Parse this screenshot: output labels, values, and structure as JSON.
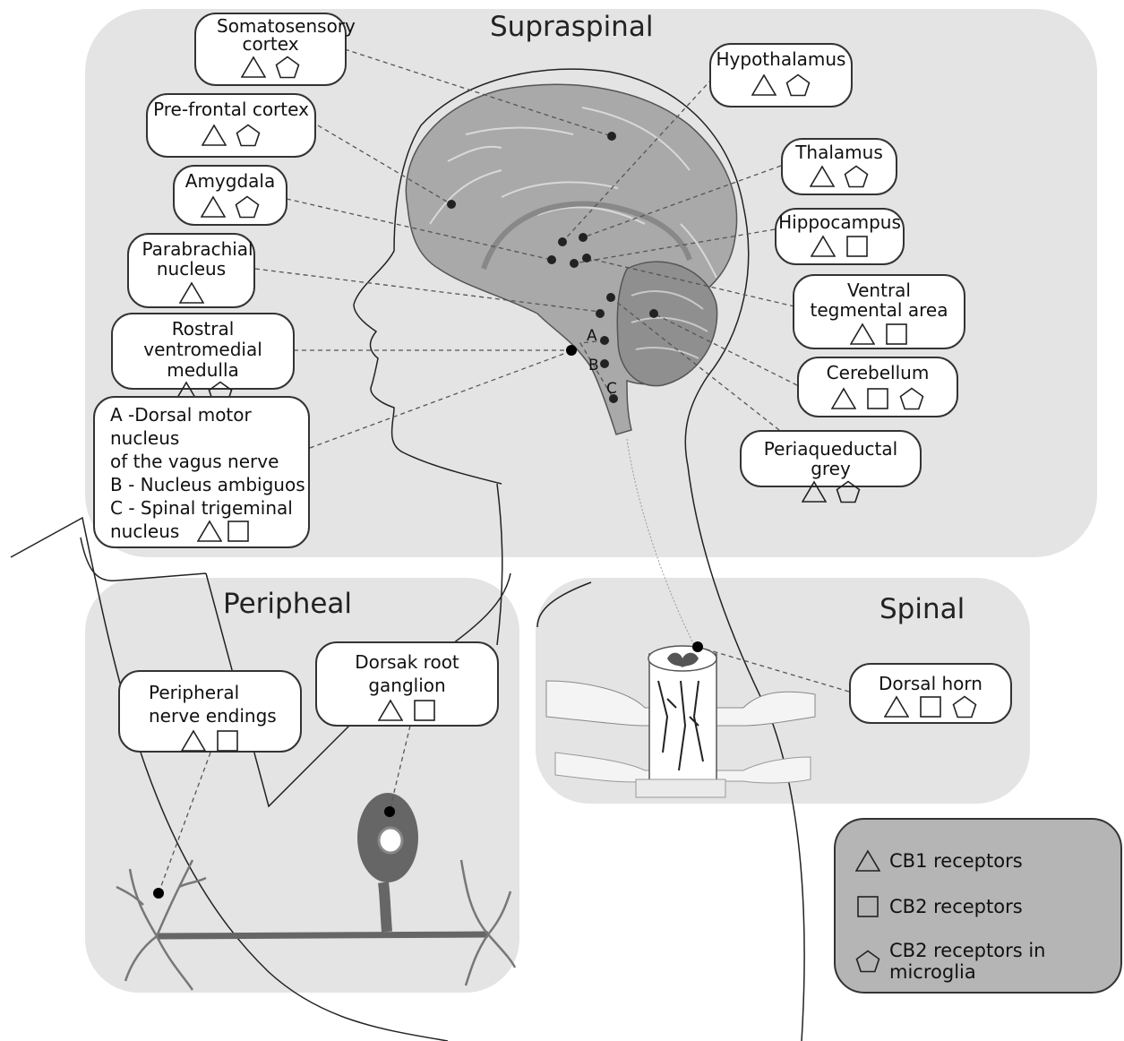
{
  "regions": {
    "supraspinal": "Supraspinal",
    "peripheal": "Peripheal",
    "spinal": "Spinal"
  },
  "labels": {
    "somatosensory": "Somatosensory cortex",
    "prefrontal": "Pre-frontal cortex",
    "amygdala": "Amygdala",
    "parabrachial": "Parabrachial nucleus",
    "rvm": "Rostral ventromedial medulla",
    "hypothalamus": "Hypothalamus",
    "thalamus": "Thalamus",
    "hippocampus": "Hippocampus",
    "vta": "Ventral tegmental area",
    "cerebellum": "Cerebellum",
    "pag": "Periaqueductal grey",
    "peripheral_nerve": "Peripheral nerve endings",
    "drg": "Dorsak root ganglion",
    "dorsal_horn": "Dorsal horn"
  },
  "brainstem_box": {
    "line1": "A -Dorsal motor",
    "line2": "nucleus",
    "line3": "of the vagus nerve",
    "line4": "B - Nucleus ambiguos",
    "line5": "C - Spinal trigeminal",
    "line6": "nucleus"
  },
  "brainstem_letters": {
    "a": "A",
    "b": "B",
    "c": "C"
  },
  "legend": {
    "cb1": "CB1 receptors",
    "cb2": "CB2 receptors",
    "cb2_microglia": "CB2 receptors in microglia"
  },
  "colors": {
    "region_bg": "#e4e4e4",
    "legend_bg": "#b5b5b5",
    "brain_fill": "#a9a9a9",
    "neuron": "#666666"
  }
}
